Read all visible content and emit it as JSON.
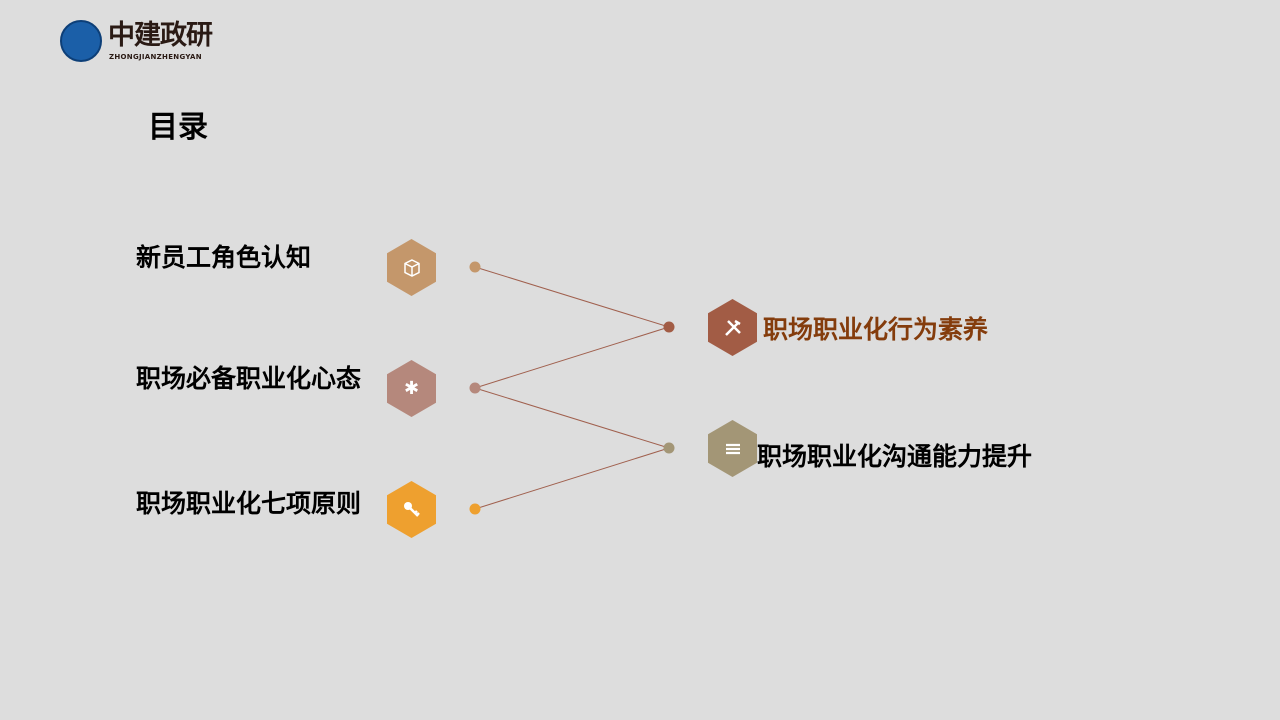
{
  "logo": {
    "name": "中建政研",
    "subtitle": "ZHONGJIANZHENGYAN"
  },
  "title": "目录",
  "left_items": [
    {
      "label": "新员工角色认知",
      "icon": "cube-icon",
      "color": "#c4976b"
    },
    {
      "label": "职场必备职业化心态",
      "icon": "gear-icon",
      "color": "#b5887c"
    },
    {
      "label": "职场职业化七项原则",
      "icon": "key-icon",
      "color": "#eea02f"
    }
  ],
  "right_items": [
    {
      "label": "职场职业化行为素养",
      "icon": "tools-icon",
      "color": "#a25c45",
      "text_color": "#843c0c"
    },
    {
      "label": "职场职业化沟通能力提升",
      "icon": "layers-icon",
      "color": "#a39676",
      "text_color": "#000000"
    }
  ],
  "line_color": "#a0604e"
}
